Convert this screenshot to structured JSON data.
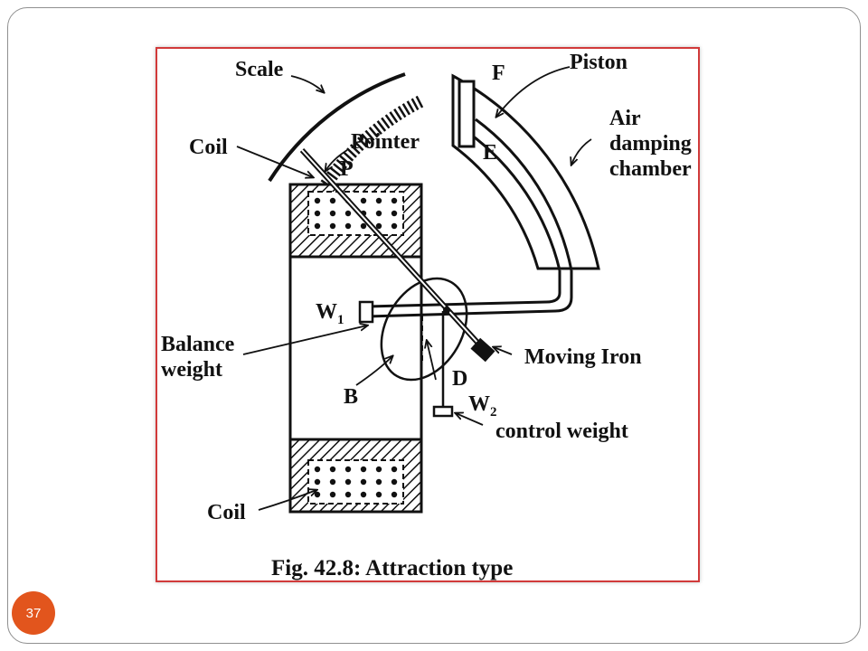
{
  "slide": {
    "page_number": "37"
  },
  "figure": {
    "caption": "Fig. 42.8: Attraction type",
    "labels": {
      "scale": "Scale",
      "coil_top": "Coil",
      "pointer": "Pointer",
      "p": "P",
      "f": "F",
      "piston": "Piston",
      "e": "E",
      "air_damping_line1": "Air",
      "air_damping_line2": "damping",
      "air_damping_line3": "chamber",
      "w1": "W",
      "w1_sub": "1",
      "balance_weight_line1": "Balance",
      "balance_weight_line2": "weight",
      "moving_iron": "Moving Iron",
      "b": "B",
      "d": "D",
      "w2": "W",
      "w2_sub": "2",
      "control_weight": "control weight",
      "coil_bottom": "Coil"
    }
  }
}
